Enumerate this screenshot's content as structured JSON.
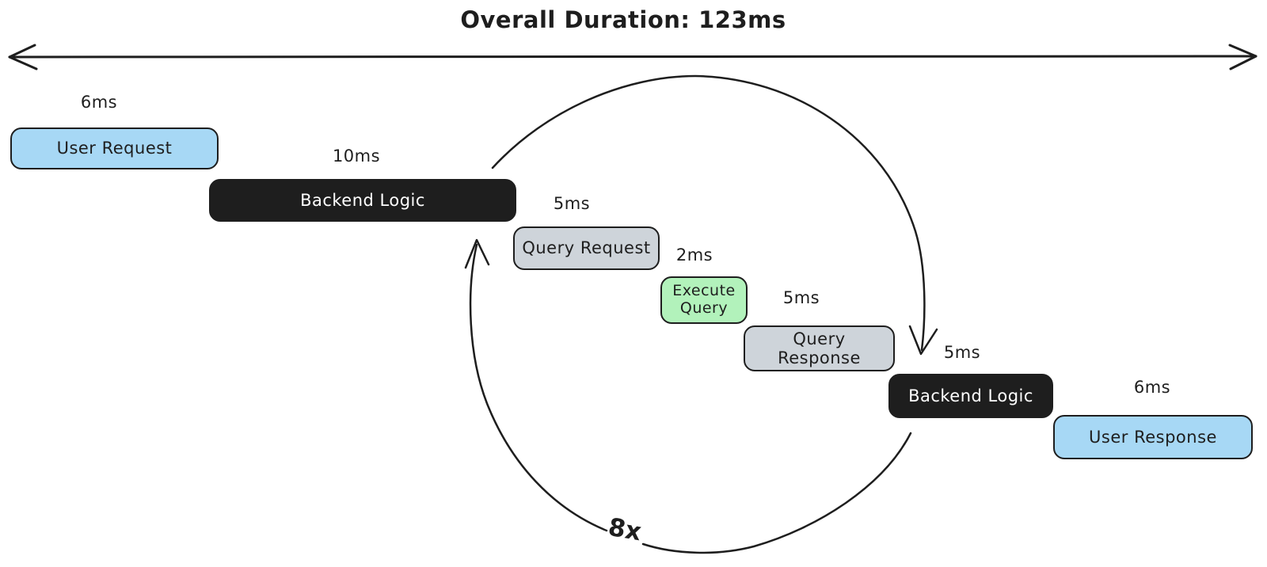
{
  "title": "Overall Duration: 123ms",
  "loop": {
    "label": "8x"
  },
  "colors": {
    "ink": "#1e1e1e",
    "blue": "#a7d8f5",
    "gray": "#ced4da",
    "green": "#b2f2bb",
    "dark": "#1e1e1e",
    "background": "#ffffff"
  },
  "steps": [
    {
      "name": "user-request",
      "label": "User Request",
      "duration": "6ms",
      "fill": "blue"
    },
    {
      "name": "backend-logic-1",
      "label": "Backend Logic",
      "duration": "10ms",
      "fill": "dark"
    },
    {
      "name": "query-request",
      "label": "Query Request",
      "duration": "5ms",
      "fill": "gray"
    },
    {
      "name": "execute-query",
      "label": "Execute Query",
      "duration": "2ms",
      "fill": "green"
    },
    {
      "name": "query-response",
      "label": "Query Response",
      "duration": "5ms",
      "fill": "gray"
    },
    {
      "name": "backend-logic-2",
      "label": "Backend Logic",
      "duration": "5ms",
      "fill": "dark"
    },
    {
      "name": "user-response",
      "label": "User Response",
      "duration": "6ms",
      "fill": "blue"
    }
  ]
}
